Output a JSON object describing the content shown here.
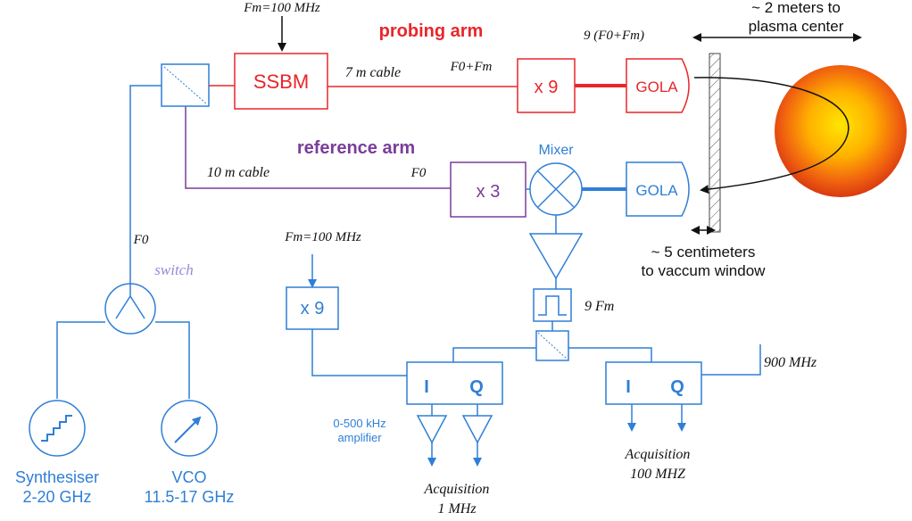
{
  "colors": {
    "probing": "#e8262a",
    "reference": "#7a3d9a",
    "system": "#2f7fd6",
    "text": "#111111",
    "switch_label": "#9a88d8"
  },
  "labels": {
    "fm_top": "Fm=100 MHz",
    "probing_arm": "probing arm",
    "harmonic_top": "9 (F0+Fm)",
    "distance_plasma_1": "~ 2 meters to",
    "distance_plasma_2": "plasma center",
    "ssbm": "SSBM",
    "cable_7m": "7 m cable",
    "f0_fm": "F0+Fm",
    "mult_x9_probe": "x 9",
    "gola_probe": "GOLA",
    "reference_arm": "reference arm",
    "mixer": "Mixer",
    "cable_10m": "10 m cable",
    "f0_ref": "F0",
    "mult_x3": "x 3",
    "gola_ref": "GOLA",
    "distance_window_1": "~ 5 centimeters",
    "distance_window_2": "to vaccum window",
    "f0_left": "F0",
    "switch": "switch",
    "fm_mid": "Fm=100 MHz",
    "mult_x9_lo": "x 9",
    "nine_fm": "9 Fm",
    "i_left": "I",
    "q_left": "Q",
    "i_right": "I",
    "q_right": "Q",
    "mhz_900": "900 MHz",
    "amp_label_1": "0-500 kHz",
    "amp_label_2": "amplifier",
    "acq_1mhz_1": "Acquisition",
    "acq_1mhz_2": "1 MHz",
    "acq_100mhz_1": "Acquisition",
    "acq_100mhz_2": "100 MHZ",
    "synth_1": "Synthesiser",
    "synth_2": "2-20 GHz",
    "vco_1": "VCO",
    "vco_2": "11.5-17 GHz"
  }
}
